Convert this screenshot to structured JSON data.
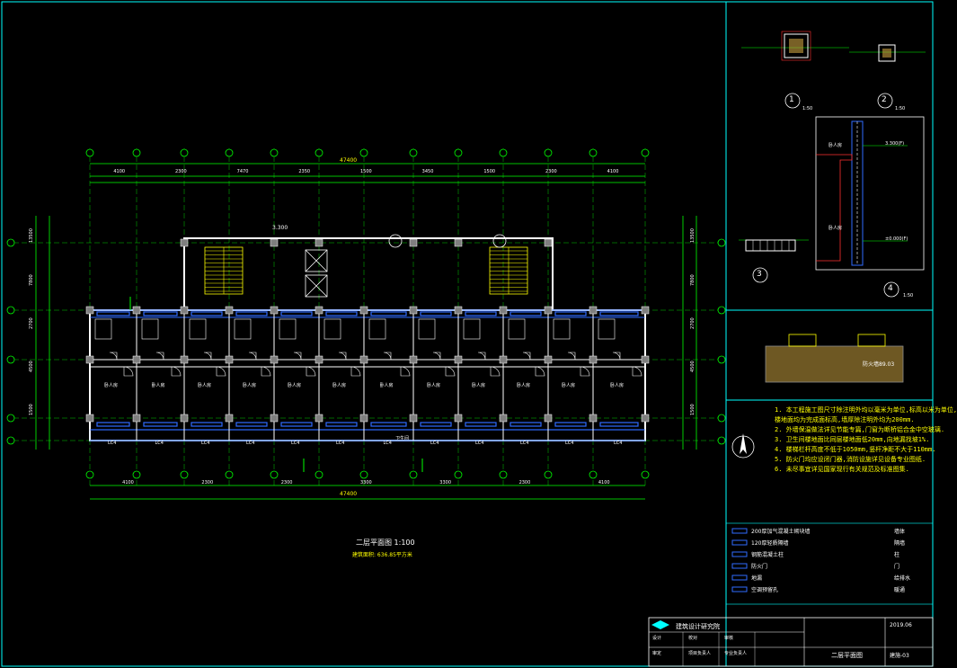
{
  "colors": {
    "background": "#000000",
    "frame": "#00ffff",
    "wall": "#ffffff",
    "dimension": "#00ff00",
    "annotation": "#ffff00",
    "window": "#2f6bff",
    "column": "#7f7f7f",
    "stair": "#ffff00",
    "hatch": "#c8a040"
  },
  "plan": {
    "title": "二层平面图",
    "scale": "1:100",
    "floor_area": "建筑面积: 636.85平方米",
    "total_top": "47400",
    "total_bottom": "47400",
    "top_dims": [
      "4100",
      "2300",
      "7470",
      "2350",
      "1500",
      "3450",
      "1500",
      "2300",
      "4100"
    ],
    "bottom_dims": [
      "4100",
      "2300",
      "2300",
      "3300",
      "3300",
      "2300",
      "4100"
    ],
    "left_dims": [
      "13500",
      "7800",
      "2700",
      "4500",
      "1500"
    ],
    "right_dims": [
      "13500",
      "7800",
      "2700",
      "4500",
      "1500"
    ],
    "level": "3.300",
    "room_labels": [
      "卧人房",
      "卧人房",
      "卧人房",
      "卧人房",
      "卧人房",
      "卧人房",
      "卧人房",
      "卧人房",
      "卧人房",
      "卧人房",
      "卧人房",
      "卧人房"
    ],
    "window_labels": [
      "LC4",
      "LC4",
      "LC4",
      "LC4",
      "LC4",
      "LC4",
      "LC4",
      "LC4",
      "LC4",
      "LC4",
      "LC4",
      "LC4"
    ],
    "balcony_label": "卫生间"
  },
  "details": {
    "detail1_num": "1",
    "detail1_scale": "1:50",
    "detail2_num": "2",
    "detail2_scale": "1:50",
    "detail3_num": "3",
    "detail4_num": "4",
    "detail4_scale": "1:50",
    "section_label": "卧人房",
    "section_level": "±0.000(F)",
    "level_mark": "3.300(F)",
    "beam_label": "防火墙89.03"
  },
  "notes": [
    "1. 本工程施工图尺寸除注明外均以毫米为单位,标高以米为单位,",
    "   楼地面均为完成面标高,墙厚除注明外均为200mm.",
    "2. 外墙保温做法详见节能专篇,门窗为断桥铝合金中空玻璃.",
    "3. 卫生间楼地面比同层楼地面低20mm,向地漏找坡1%.",
    "4. 楼梯栏杆高度不低于1050mm,竖杆净距不大于110mm.",
    "5. 防火门均应设闭门器,消防设施详见设备专业图纸.",
    "6. 未尽事宜详见国家现行有关规范及标准图集."
  ],
  "legend": [
    {
      "label": "200厚加气混凝土砌块墙",
      "note": "墙体"
    },
    {
      "label": "120厚轻质隔墙",
      "note": "隔墙"
    },
    {
      "label": "钢筋混凝土柱",
      "note": "柱"
    },
    {
      "label": "防火门",
      "note": "门"
    },
    {
      "label": "地漏",
      "note": "给排水"
    },
    {
      "label": "空调预留孔",
      "note": "暖通"
    }
  ],
  "title_block": {
    "company": "建筑设计研究院",
    "sheet_title": "二层平面图",
    "fields": [
      "设计",
      "校对",
      "审核",
      "审定",
      "项目负责人",
      "专业负责人"
    ],
    "drawing_no": "建施-03",
    "date": "2019.06"
  }
}
